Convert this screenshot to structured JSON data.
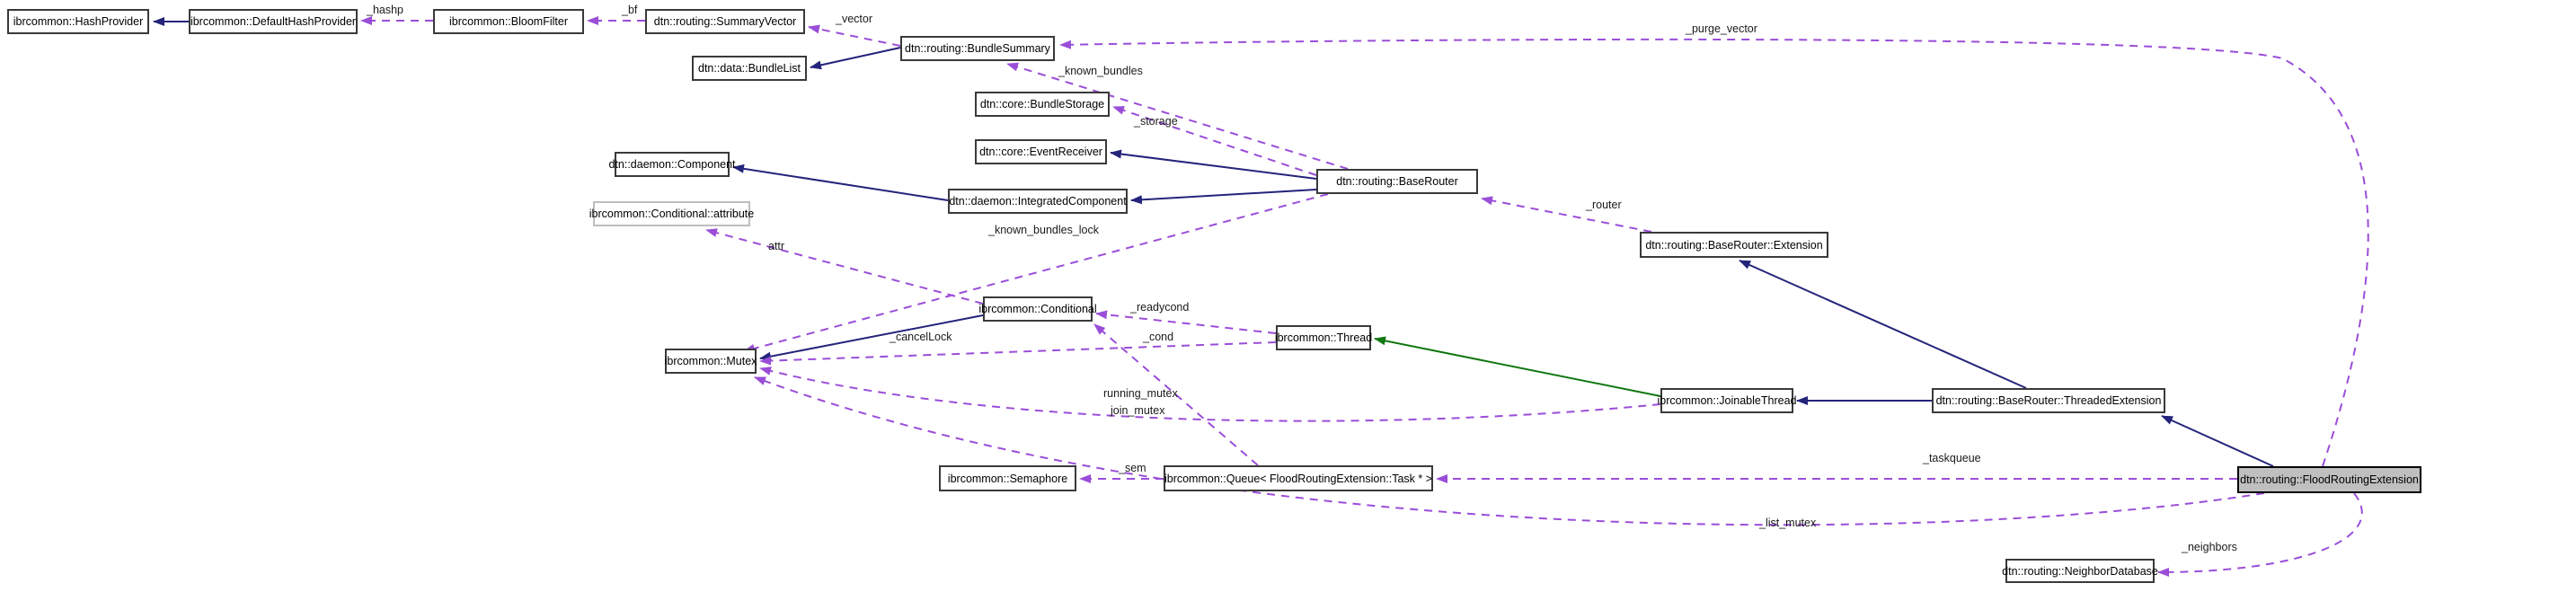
{
  "diagram_type": "doxygen-collaboration-graph",
  "focus_class": "dtn::routing::FloodRoutingExtension",
  "nodes": {
    "hash_provider": {
      "label": "ibrcommon::HashProvider"
    },
    "default_hash_provider": {
      "label": "ibrcommon::DefaultHashProvider"
    },
    "bloom_filter": {
      "label": "ibrcommon::BloomFilter"
    },
    "summary_vector": {
      "label": "dtn::routing::SummaryVector"
    },
    "bundle_list": {
      "label": "dtn::data::BundleList"
    },
    "bundle_summary": {
      "label": "dtn::routing::BundleSummary"
    },
    "bundle_storage": {
      "label": "dtn::core::BundleStorage"
    },
    "event_receiver": {
      "label": "dtn::core::EventReceiver"
    },
    "component": {
      "label": "dtn::daemon::Component"
    },
    "conditional_attribute": {
      "label": "ibrcommon::Conditional::attribute"
    },
    "integrated_component": {
      "label": "dtn::daemon::IntegratedComponent"
    },
    "base_router": {
      "label": "dtn::routing::BaseRouter"
    },
    "base_router_extension": {
      "label": "dtn::routing::BaseRouter::Extension"
    },
    "conditional": {
      "label": "ibrcommon::Conditional"
    },
    "mutex": {
      "label": "ibrcommon::Mutex"
    },
    "thread": {
      "label": "ibrcommon::Thread"
    },
    "joinable_thread": {
      "label": "ibrcommon::JoinableThread"
    },
    "threaded_extension": {
      "label": "dtn::routing::BaseRouter::ThreadedExtension"
    },
    "semaphore": {
      "label": "ibrcommon::Semaphore"
    },
    "task_queue": {
      "label": "ibrcommon::Queue< FloodRoutingExtension::Task * >"
    },
    "flood_routing_extension": {
      "label": "dtn::routing::FloodRoutingExtension"
    },
    "neighbor_database": {
      "label": "dtn::routing::NeighborDatabase"
    }
  },
  "edge_labels": {
    "hashp": "_hashp",
    "bf": "_bf",
    "vector": "_vector",
    "purge_vector": "_purge_vector",
    "known_bundles": "_known_bundles",
    "storage": "_storage",
    "known_bundles_lock": "_known_bundles_lock",
    "attr": "attr",
    "router": "_router",
    "readycond": "_readycond",
    "cond": "_cond",
    "cancel_lock": "_cancelLock",
    "running_mutex": "running_mutex",
    "join_mutex": "join_mutex",
    "sem": "_sem",
    "taskqueue": "_taskqueue",
    "list_mutex": "_list_mutex",
    "neighbors": "_neighbors"
  },
  "edges": [
    {
      "from": "default_hash_provider",
      "to": "hash_provider",
      "kind": "public-inheritance"
    },
    {
      "from": "bundle_summary",
      "to": "bundle_list",
      "kind": "public-inheritance"
    },
    {
      "from": "integrated_component",
      "to": "component",
      "kind": "public-inheritance"
    },
    {
      "from": "base_router",
      "to": "event_receiver",
      "kind": "public-inheritance"
    },
    {
      "from": "base_router",
      "to": "integrated_component",
      "kind": "public-inheritance"
    },
    {
      "from": "conditional",
      "to": "mutex",
      "kind": "public-inheritance"
    },
    {
      "from": "threaded_extension",
      "to": "joinable_thread",
      "kind": "public-inheritance"
    },
    {
      "from": "threaded_extension",
      "to": "base_router_extension",
      "kind": "public-inheritance"
    },
    {
      "from": "flood_routing_extension",
      "to": "threaded_extension",
      "kind": "public-inheritance"
    },
    {
      "from": "joinable_thread",
      "to": "thread",
      "kind": "protected-inheritance"
    },
    {
      "from": "bloom_filter",
      "to": "default_hash_provider",
      "label": "_hashp",
      "kind": "member"
    },
    {
      "from": "summary_vector",
      "to": "bloom_filter",
      "label": "_bf",
      "kind": "member"
    },
    {
      "from": "bundle_summary",
      "to": "summary_vector",
      "label": "_vector",
      "kind": "member"
    },
    {
      "from": "flood_routing_extension",
      "to": "bundle_summary",
      "label": "_purge_vector",
      "kind": "member"
    },
    {
      "from": "base_router",
      "to": "bundle_summary",
      "label": "_known_bundles",
      "kind": "member"
    },
    {
      "from": "base_router",
      "to": "bundle_storage",
      "label": "_storage",
      "kind": "member"
    },
    {
      "from": "base_router",
      "to": "mutex",
      "label": "_known_bundles_lock",
      "kind": "member"
    },
    {
      "from": "conditional",
      "to": "conditional_attribute",
      "label": "attr",
      "kind": "member"
    },
    {
      "from": "base_router_extension",
      "to": "base_router",
      "label": "_router",
      "kind": "member"
    },
    {
      "from": "thread",
      "to": "conditional",
      "label": "_readycond",
      "kind": "member"
    },
    {
      "from": "task_queue",
      "to": "conditional",
      "label": "_cond",
      "kind": "member"
    },
    {
      "from": "thread",
      "to": "mutex",
      "label": "_cancelLock",
      "kind": "member"
    },
    {
      "from": "joinable_thread",
      "to": "mutex",
      "label": "running_mutex, join_mutex",
      "kind": "member"
    },
    {
      "from": "task_queue",
      "to": "semaphore",
      "label": "_sem",
      "kind": "member"
    },
    {
      "from": "flood_routing_extension",
      "to": "task_queue",
      "label": "_taskqueue",
      "kind": "member"
    },
    {
      "from": "flood_routing_extension",
      "to": "mutex",
      "label": "_list_mutex",
      "kind": "member"
    },
    {
      "from": "flood_routing_extension",
      "to": "neighbor_database",
      "label": "_neighbors",
      "kind": "member"
    }
  ],
  "colors": {
    "inheritance": "#24247b",
    "protected_inheritance": "#117711",
    "member": "#9a4ed8",
    "focus_fill": "#bfbfbf"
  }
}
